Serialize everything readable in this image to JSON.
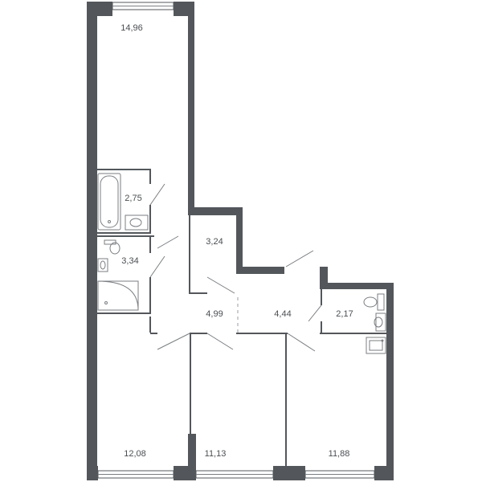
{
  "rooms": {
    "bedroom_top": "14,96",
    "bathroom": "2,75",
    "wc": "3,34",
    "storage": "3,24",
    "hall": "4,99",
    "corridor": "4,44",
    "bathroom_right": "2,17",
    "bedroom_bottom_left": "12,08",
    "bedroom_bottom_middle": "11,13",
    "living_room": "11,88"
  },
  "colors": {
    "wall": "#53575b",
    "fixture": "#7a7e82",
    "label": "#4a4e52"
  }
}
